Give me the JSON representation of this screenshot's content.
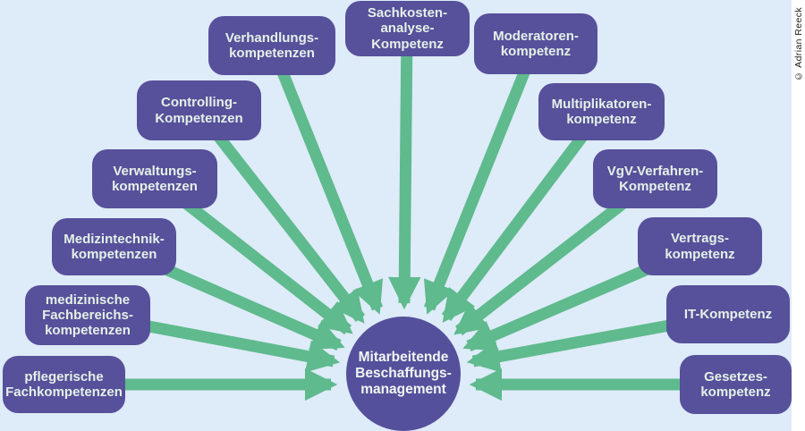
{
  "colors": {
    "background": "#deebf8",
    "box": "#57509b",
    "box_text": "#e4f1e7",
    "arrow": "#5fba8d",
    "circle": "#55509c",
    "strip": "#ffffff",
    "credit_text": "#1c1c1c"
  },
  "center": {
    "lines": [
      "Mitarbeitende",
      "Beschaffungs-",
      "management"
    ]
  },
  "boxes": [
    {
      "name": "verhandlungskompetenzen",
      "lines": [
        "Verhandlungs-",
        "kompetenzen"
      ]
    },
    {
      "name": "sachkostenanalyse-kompetenz",
      "lines": [
        "Sachkosten-",
        "analyse-",
        "Kompetenz"
      ]
    },
    {
      "name": "moderatorenkompetenz",
      "lines": [
        "Moderatoren-",
        "kompetenz"
      ]
    },
    {
      "name": "controlling-kompetenzen",
      "lines": [
        "Controlling-",
        "Kompetenzen"
      ]
    },
    {
      "name": "multiplikatorenkompetenz",
      "lines": [
        "Multiplikatoren-",
        "kompetenz"
      ]
    },
    {
      "name": "verwaltungskompetenzen",
      "lines": [
        "Verwaltungs-",
        "kompetenzen"
      ]
    },
    {
      "name": "vgv-verfahren-kompetenz",
      "lines": [
        "VgV-Verfahren-",
        "Kompetenz"
      ]
    },
    {
      "name": "medizintechnik-kompetenzen",
      "lines": [
        "Medizintechnik-",
        "kompetenzen"
      ]
    },
    {
      "name": "vertragskompetenz",
      "lines": [
        "Vertrags-",
        "kompetenz"
      ]
    },
    {
      "name": "medizinische-fachbereichskompetenzen",
      "lines": [
        "medizinische",
        "Fachbereichs-",
        "kompetenzen"
      ]
    },
    {
      "name": "it-kompetenz",
      "lines": [
        "IT-Kompetenz"
      ]
    },
    {
      "name": "pflegerische-fachkompetenzen",
      "lines": [
        "pflegerische",
        "Fachkompetenzen"
      ]
    },
    {
      "name": "gesetzeskompetenz",
      "lines": [
        "Gesetzes-",
        "kompetenz"
      ]
    }
  ],
  "credit": {
    "text": "© Adrian Reeck"
  }
}
